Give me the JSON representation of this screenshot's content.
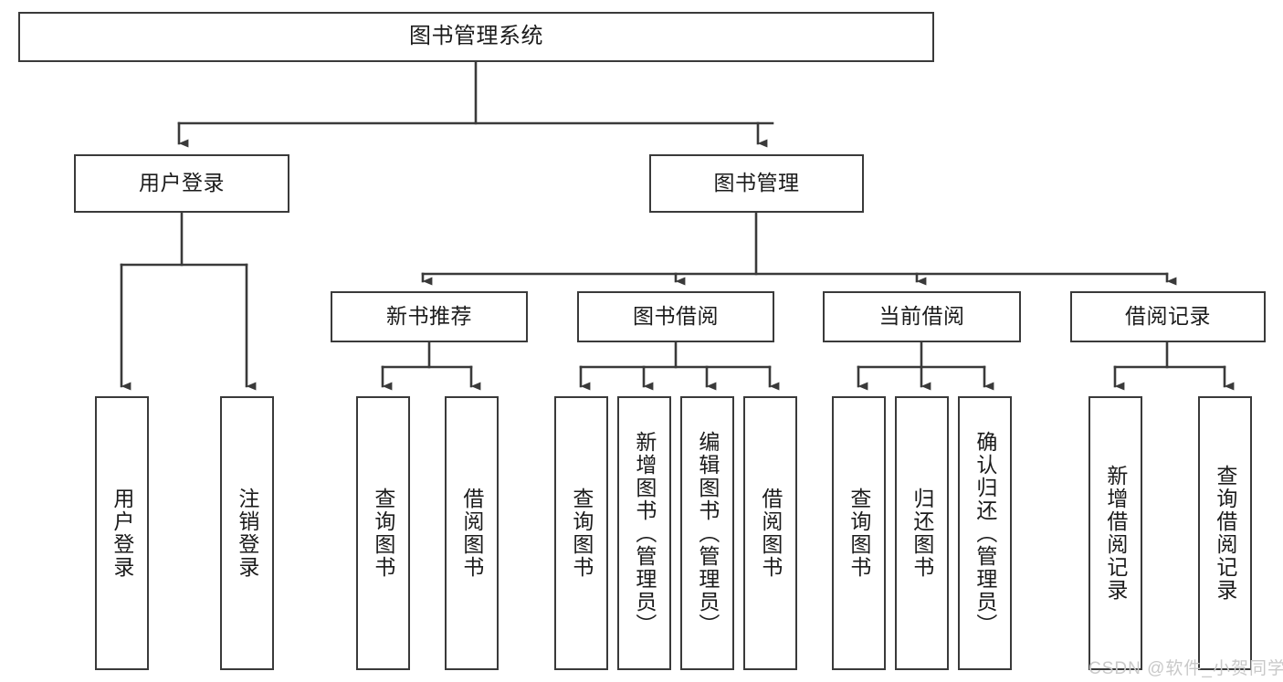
{
  "diagram": {
    "title": "图书管理系统",
    "type": "hierarchy-tree",
    "root": {
      "label": "图书管理系统"
    },
    "level2": [
      {
        "label": "用户登录"
      },
      {
        "label": "图书管理"
      }
    ],
    "level3": [
      {
        "label": "新书推荐"
      },
      {
        "label": "图书借阅"
      },
      {
        "label": "当前借阅"
      },
      {
        "label": "借阅记录"
      }
    ],
    "leaves": {
      "user_login": [
        {
          "label": "用户登录"
        },
        {
          "label": "注销登录"
        }
      ],
      "new_book_recommend": [
        {
          "label": "查询图书"
        },
        {
          "label": "借阅图书"
        }
      ],
      "book_borrow": [
        {
          "label": "查询图书"
        },
        {
          "label": "新增图书（管理员）"
        },
        {
          "label": "编辑图书（管理员）"
        },
        {
          "label": "借阅图书"
        }
      ],
      "current_borrow": [
        {
          "label": "查询图书"
        },
        {
          "label": "归还图书"
        },
        {
          "label": "确认归还（管理员）"
        }
      ],
      "borrow_record": [
        {
          "label": "新增借阅记录"
        },
        {
          "label": "查询借阅记录"
        }
      ]
    }
  },
  "watermark": {
    "text": "CSDN @软件_小贺同学"
  },
  "colors": {
    "stroke": "#3a3a3a",
    "text": "#1b1b1b",
    "background": "#ffffff",
    "watermark": "#c9c9c9"
  }
}
